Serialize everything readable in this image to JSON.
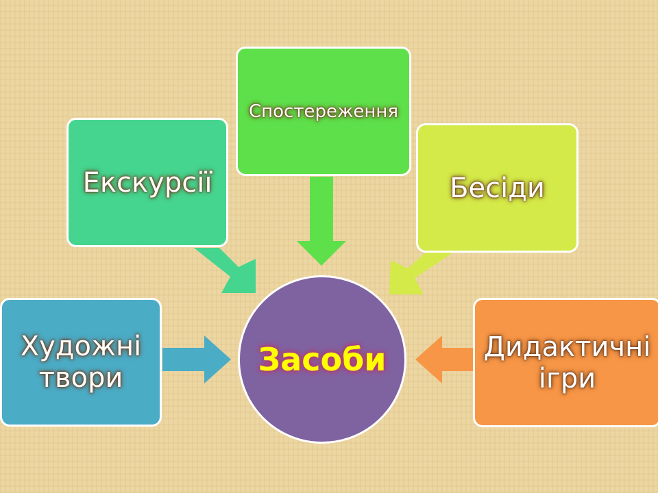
{
  "center": {
    "label": "Засоби",
    "color": "#7f63a1"
  },
  "nodes": [
    {
      "label": "Художні твори",
      "color": "#4bacc6"
    },
    {
      "label": "Екскурсії",
      "color": "#45d58f"
    },
    {
      "label": "Спостереження",
      "color": "#5ee04a"
    },
    {
      "label": "Бесіди",
      "color": "#d4ea48"
    },
    {
      "label": "Дидактичні ігри",
      "color": "#f79646"
    }
  ]
}
